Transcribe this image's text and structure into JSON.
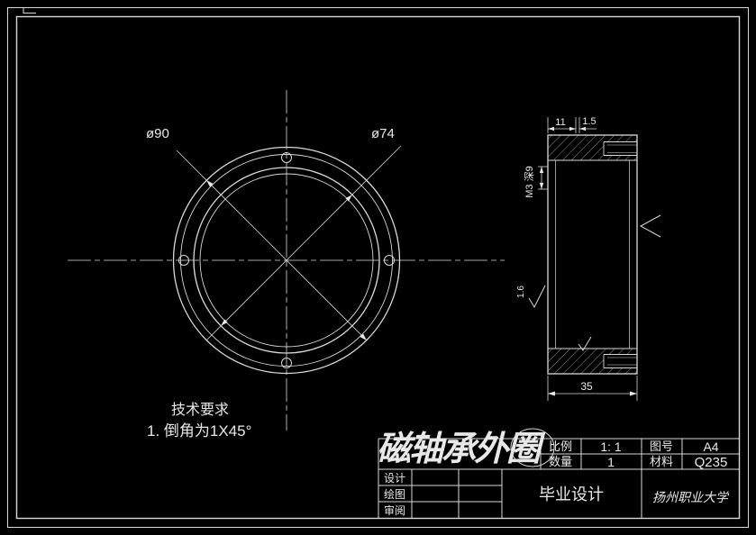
{
  "front_view": {
    "dim_outer_diameter": "ø90",
    "dim_inner_diameter": "ø74"
  },
  "side_view": {
    "dim_step_width": "11",
    "dim_chamfer": "1.5",
    "thread_note": "M3 深9",
    "dim_total_width": "35",
    "roughness_value": "1.6"
  },
  "technical_requirements": {
    "heading": "技术要求",
    "items": [
      "1. 倒角为1X45°"
    ]
  },
  "title_block": {
    "part_name": "磁轴承外圈",
    "scale_label": "比例",
    "scale_value": "1: 1",
    "drawing_no_label": "图号",
    "drawing_no_value": "A4",
    "quantity_label": "数量",
    "quantity_value": "1",
    "material_label": "材料",
    "material_value": "Q235",
    "designer_label": "设计",
    "drafter_label": "绘图",
    "reviewer_label": "审阅",
    "project_name": "毕业设计",
    "organization": "扬州职业大学"
  },
  "colors": {
    "background": "#000000",
    "line": "#d9d9d9",
    "text": "#e8e8e8"
  }
}
